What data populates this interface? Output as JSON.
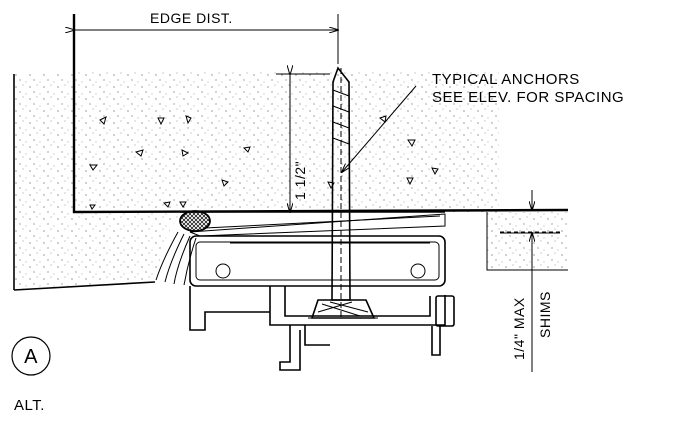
{
  "drawing": {
    "dimension_edge": "EDGE DIST.",
    "dimension_embed": "1 1/2\"",
    "note_line1": "TYPICAL ANCHORS",
    "note_line2": "SEE ELEV. FOR SPACING",
    "dimension_shim": "1/4\" MAX",
    "shims_label": "SHIMS",
    "detail_letter": "A",
    "detail_tag": "ALT."
  }
}
